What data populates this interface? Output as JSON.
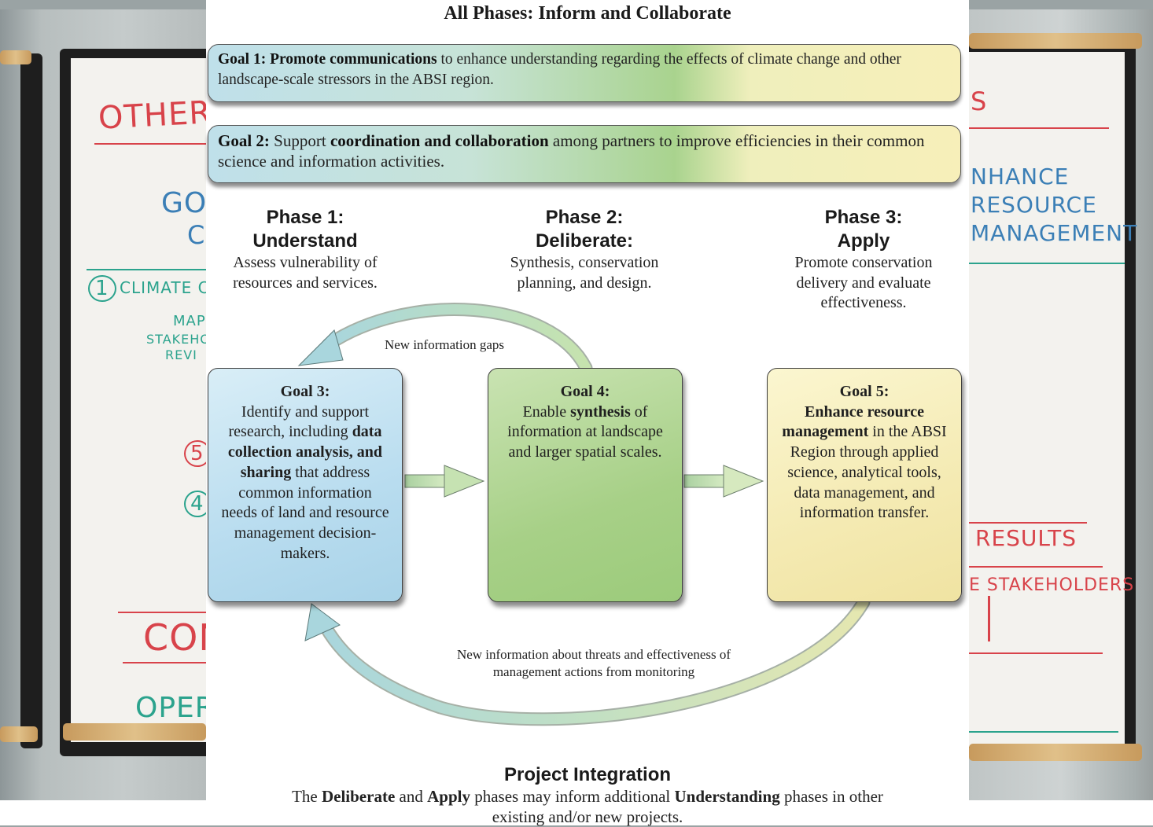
{
  "header": {
    "title": "All Phases: Inform and Collaborate"
  },
  "goal1": {
    "label": "Goal 1:",
    "bold": "Promote communications",
    "text": "to enhance understanding regarding the effects of climate change and other landscape-scale stressors in the ABSI region."
  },
  "goal2": {
    "label": "Goal 2:",
    "pre": "Support",
    "bold": "coordination and collaboration",
    "text": "among partners to improve efficiencies in their common science and information activities."
  },
  "phases": [
    {
      "title_1": "Phase 1:",
      "title_2": "Understand",
      "desc": "Assess vulnerability of resources and services."
    },
    {
      "title_1": "Phase 2:",
      "title_2": "Deliberate:",
      "desc": "Synthesis, conservation planning, and design."
    },
    {
      "title_1": "Phase 3:",
      "title_2": "Apply",
      "desc": "Promote conservation delivery and evaluate effectiveness."
    }
  ],
  "goal3": {
    "title": "Goal 3:",
    "pre": "Identify and support research, including",
    "bold": "data collection analysis, and sharing",
    "post": "that address common information needs of land and resource management decision-makers."
  },
  "goal4": {
    "title": "Goal 4:",
    "pre": "Enable",
    "bold": "synthesis",
    "post": "of information at landscape and larger spatial scales."
  },
  "goal5": {
    "title": "Goal 5:",
    "bold": "Enhance resource management",
    "post": "in the ABSI Region through applied science, analytical tools, data management, and information transfer."
  },
  "notes": {
    "top_loop": "New information gaps",
    "bottom_loop": "New information about threats and effectiveness of management actions from monitoring"
  },
  "integration": {
    "title": "Project Integration",
    "t1": "The",
    "b1": "Deliberate",
    "t2": "and",
    "b2": "Apply",
    "t3": "phases may inform additional",
    "b3": "Understanding",
    "t4": "phases in other existing and/or new projects."
  },
  "whiteboard": {
    "left": [
      "OTHER",
      "GOF",
      "C",
      "1",
      "CLIMATE CH",
      "MAP",
      "STAKEHO",
      "REVI",
      "5",
      "4",
      "CON",
      "OPER"
    ],
    "right": [
      "S",
      "NHANCE",
      "RESOURCE",
      "MANAGEMENT",
      "RESULTS",
      "E STAKEHOLDERS"
    ]
  },
  "colors": {
    "blue_box": "#b8dcef",
    "green_box": "#a7d087",
    "yellow_box": "#f4eab2",
    "arrow": "#b9dcb7"
  }
}
